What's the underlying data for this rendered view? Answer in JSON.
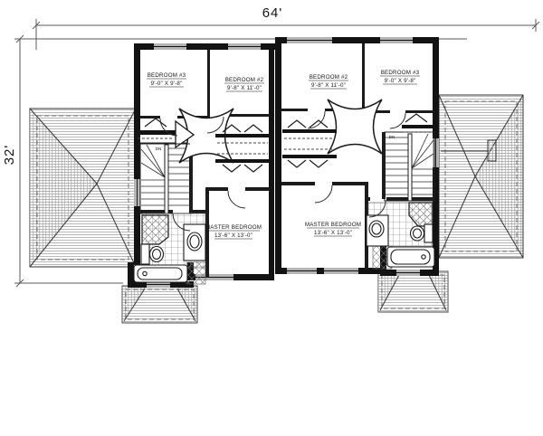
{
  "dimensions": {
    "overall_width": "64'",
    "overall_depth": "32'"
  },
  "units": {
    "left": {
      "bedroom3": {
        "name": "BEDROOM #3",
        "size": "9'-0\" X 9'-8\""
      },
      "bedroom2": {
        "name": "BEDROOM #2",
        "size": "9'-8\" X 11'-0\""
      },
      "master_bedroom": {
        "name": "MASTER BEDROOM",
        "size": "13'-6\" X 13'-0\""
      },
      "stair_direction": "DN"
    },
    "right": {
      "bedroom2": {
        "name": "BEDROOM #2",
        "size": "9'-8\" X 11'-0\""
      },
      "bedroom3": {
        "name": "BEDROOM #3",
        "size": "9'-0\" X 9'-8\""
      },
      "master_bedroom": {
        "name": "MASTER BEDROOM",
        "size": "13'-6\" X 13'-0\""
      },
      "stair_direction": "DN"
    }
  },
  "colors": {
    "line": "#1b1b1b",
    "hatch": "#a6a6a6",
    "window_fill": "#b5b5b5",
    "background": "#ffffff"
  }
}
